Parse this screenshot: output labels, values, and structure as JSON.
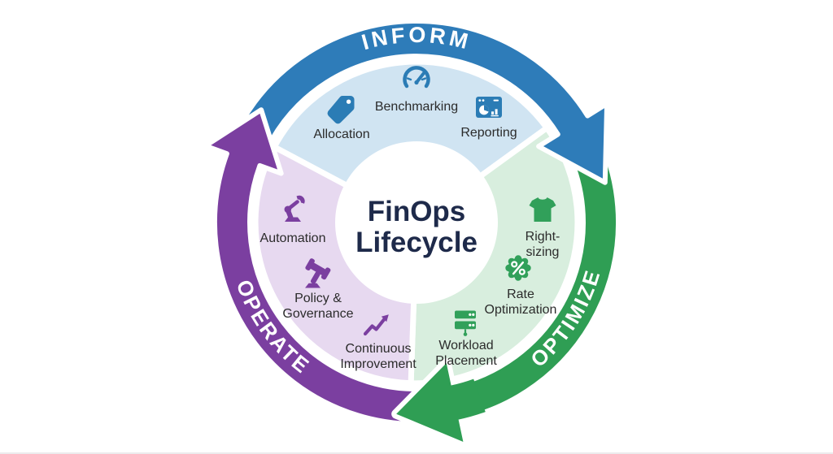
{
  "diagram_title": {
    "line1": "FinOps",
    "line2": "Lifecycle"
  },
  "phases": {
    "inform": {
      "label": "INFORM",
      "band_color": "#2e7cb9",
      "wedge_color": "#d0e4f2",
      "icon_color": "#2b7cb5",
      "items": [
        {
          "name": "Allocation",
          "icon": "tag-icon",
          "lines": [
            "Allocation"
          ]
        },
        {
          "name": "Benchmarking",
          "icon": "gauge-icon",
          "lines": [
            "Benchmarking"
          ]
        },
        {
          "name": "Reporting",
          "icon": "report-icon",
          "lines": [
            "Reporting"
          ]
        }
      ]
    },
    "optimize": {
      "label": "OPTIMIZE",
      "band_color": "#2f9e54",
      "wedge_color": "#d8eede",
      "icon_color": "#31a05a",
      "items": [
        {
          "name": "Right-sizing",
          "icon": "tshirt-icon",
          "lines": [
            "Right-",
            "sizing"
          ]
        },
        {
          "name": "Rate Optimization",
          "icon": "percent-badge-icon",
          "lines": [
            "Rate",
            "Optimization"
          ]
        },
        {
          "name": "Workload Placement",
          "icon": "server-icon",
          "lines": [
            "Workload",
            "Placement"
          ]
        }
      ]
    },
    "operate": {
      "label": "OPERATE",
      "band_color": "#7b3fa0",
      "wedge_color": "#e7d9f0",
      "icon_color": "#7b3fa0",
      "items": [
        {
          "name": "Automation",
          "icon": "robot-arm-icon",
          "lines": [
            "Automation"
          ]
        },
        {
          "name": "Policy & Governance",
          "icon": "gavel-icon",
          "lines": [
            "Policy &",
            "Governance"
          ]
        },
        {
          "name": "Continuous Improvement",
          "icon": "trend-up-arrow-icon",
          "lines": [
            "Continuous",
            "Improvement"
          ]
        }
      ]
    }
  },
  "colors": {
    "title": "#1e2a4a",
    "label": "#2b2b2b",
    "arc_label": "#ffffff",
    "background": "#ffffff"
  }
}
